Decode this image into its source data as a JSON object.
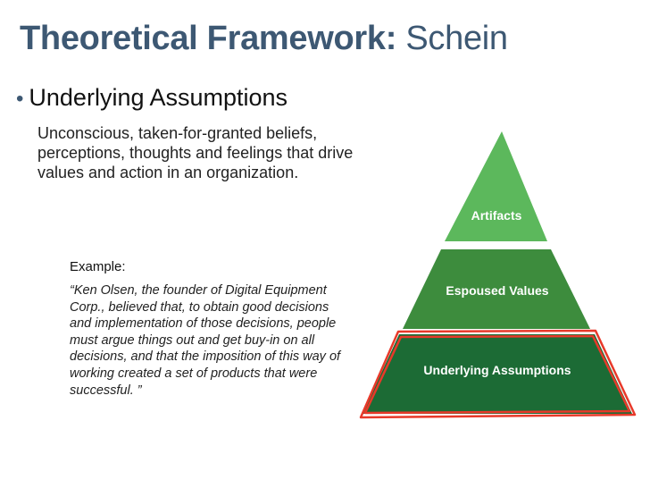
{
  "title": {
    "bold": "Theoretical Framework:",
    "light": "Schein"
  },
  "bullet": {
    "label": "Underlying Assumptions"
  },
  "description": "Unconscious, taken-for-granted beliefs, perceptions, thoughts and feelings that drive values and action in an organization.",
  "example": {
    "label": "Example:",
    "quote": "“Ken Olsen, the founder of Digital Equipment Corp., believed that, to obtain good decisions and implementation of those decisions, people must argue things out and get buy-in on all decisions, and that the imposition of this way of working created a set of products that were successful. ”"
  },
  "pyramid": {
    "levels": [
      {
        "label": "Artifacts",
        "color": "#5cb85c"
      },
      {
        "label": "Espoused Values",
        "color": "#3d8c3d"
      },
      {
        "label": "Underlying Assumptions",
        "color": "#1c6b35"
      }
    ],
    "highlight_color": "#e8392a"
  }
}
